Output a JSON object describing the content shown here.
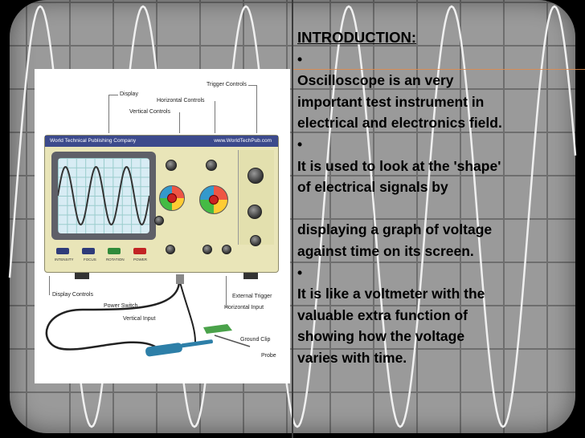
{
  "slide": {
    "heading": "INTRODUCTION:",
    "bullet_glyph": "•",
    "paragraphs": [
      {
        "lines": [
          "Oscilloscope is an very",
          "important test instrument in",
          "electrical and electronics field."
        ]
      },
      {
        "lines": [
          "It is used to look at the 'shape'",
          "of electrical signals by"
        ]
      },
      {
        "lines": [
          "displaying a graph of voltage",
          "against time on its screen."
        ]
      },
      {
        "lines": [
          "It is like a voltmeter with the",
          "valuable extra function of",
          "showing how the voltage",
          "varies with time."
        ]
      }
    ]
  },
  "illustration": {
    "callouts": {
      "display": "Display",
      "trigger_controls": "Trigger Controls",
      "horizontal_controls": "Horizontal Controls",
      "vertical_controls": "Vertical Controls",
      "display_controls": "Display Controls",
      "power_switch": "Power Switch",
      "vertical_input": "Vertical Input",
      "external_trigger": "External Trigger",
      "horizontal_input": "Horizontal Input",
      "ground_clip": "Ground Clip",
      "probe": "Probe"
    },
    "header": {
      "company": "World Technical Publishing Company",
      "website": "www.WorldTechPub.com"
    },
    "panel_buttons": [
      "INTENSITY",
      "FOCUS",
      "ROTATION",
      "POWER"
    ],
    "button_colors": [
      "#2e3b7a",
      "#2e3b7a",
      "#2f8a3a",
      "#c22424"
    ]
  },
  "colors": {
    "frame_gray": "#9a9a9a",
    "grid_line": "#6e6e6e",
    "wave": "#f0f0f0",
    "accent": "#e08a4a"
  }
}
